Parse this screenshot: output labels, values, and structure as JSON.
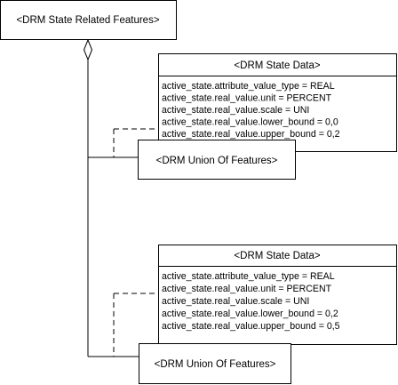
{
  "diagram": {
    "root": {
      "label": "<DRM State Related Features>"
    },
    "branches": [
      {
        "state_data": {
          "title": "<DRM State Data>",
          "attributes": [
            "active_state.attribute_value_type  = REAL",
            "active_state.real_value.unit = PERCENT",
            "active_state.real_value.scale = UNI",
            "active_state.real_value.lower_bound = 0,0",
            "active_state.real_value.upper_bound = 0,2"
          ]
        },
        "union": {
          "label": "<DRM Union Of Features>"
        }
      },
      {
        "state_data": {
          "title": "<DRM State Data>",
          "attributes": [
            "active_state.attribute_value_type  = REAL",
            "active_state.real_value.unit = PERCENT",
            "active_state.real_value.scale = UNI",
            "active_state.real_value.lower_bound = 0,2",
            "active_state.real_value.upper_bound = 0,5"
          ]
        },
        "union": {
          "label": "<DRM Union Of Features>"
        }
      }
    ]
  }
}
